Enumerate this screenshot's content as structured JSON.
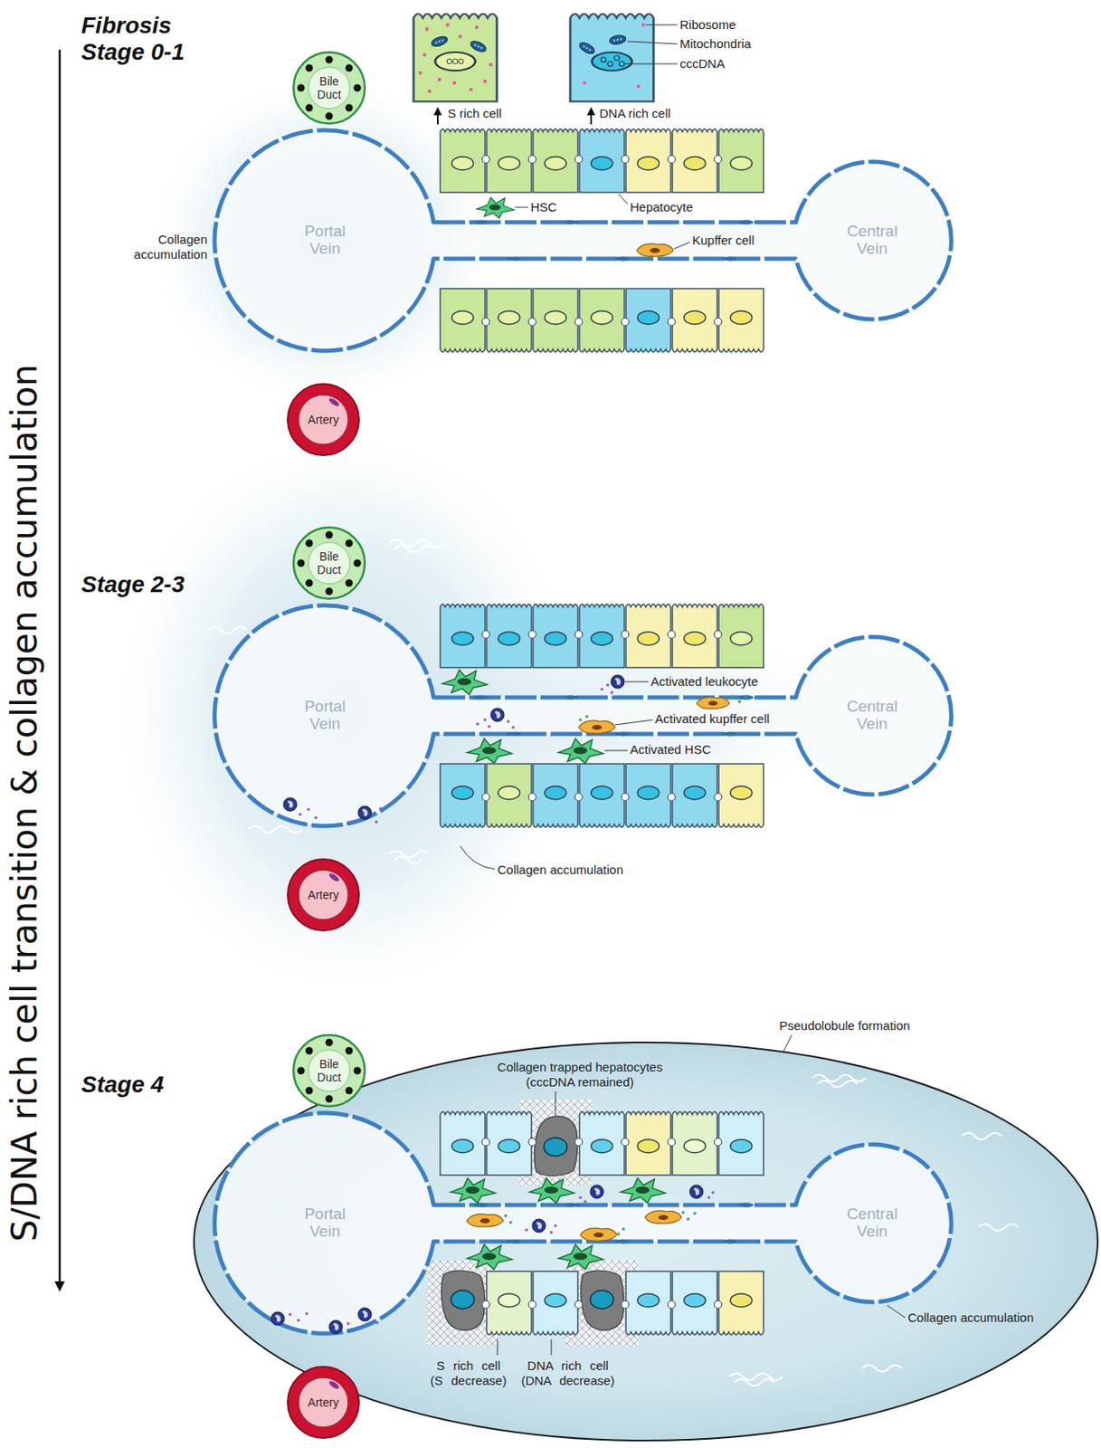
{
  "diagram": {
    "nodes": [
      {
        "text": [
          "Bile Duct"
        ]
      },
      {
        "text": [
          "Portal Vein"
        ]
      },
      {
        "text": [
          "Central Vein"
        ]
      },
      {
        "text": [
          "Artery"
        ]
      },
      {
        "text": [
          "Bile Duct"
        ]
      },
      {
        "text": [
          "Portal Vein"
        ]
      },
      {
        "text": [
          "Central Vein"
        ]
      },
      {
        "text": [
          "Artery"
        ]
      },
      {
        "text": [
          "Bile Duct"
        ]
      },
      {
        "text": [
          "Portal Vein"
        ]
      },
      {
        "text": [
          "Central Vein"
        ]
      },
      {
        "text": [
          "Artery"
        ]
      }
    ],
    "labels": [
      "S/DNA rich cell transition & collagen accumulation",
      "Fibrosis",
      "Stage 0-1",
      "S rich cell",
      "DNA rich cell",
      "Ribosome",
      "Mitochondria",
      "cccDNA",
      "HSC",
      "Hepatocyte",
      "Kupffer cell",
      "Collagen accumulation",
      "Stage 2-3",
      "Activated leukocyte",
      "Activated kupffer cell",
      "Activated HSC",
      "Collagen accumulation",
      "Stage 4",
      "Pseudolobule formation",
      "Collagen trapped hepatocytes (cccDNA remained)",
      "Collagen accumulation",
      "S rich cell (S decrease)",
      "DNA rich cell (DNA decrease)"
    ]
  }
}
